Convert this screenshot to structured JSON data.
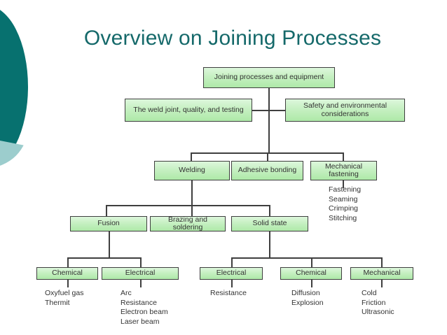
{
  "slide": {
    "title": "Overview on Joining Processes",
    "title_color": "#15696a",
    "background": "#ffffff",
    "decoration": {
      "name": "teal-arc-decoration",
      "dark_color": "#07716f",
      "light_color": "#9ccdcd"
    }
  },
  "diagram": {
    "type": "tree",
    "node_fill": "#c6f0c2",
    "node_border": "#3f3f3f",
    "nodes": [
      {
        "id": "root",
        "label": "Joining processes and equipment",
        "level": 1
      },
      {
        "id": "weld-joint",
        "label": "The weld joint, quality, and testing",
        "level": 2
      },
      {
        "id": "safety",
        "label": "Safety and environmental considerations",
        "level": 2
      },
      {
        "id": "welding",
        "label": "Welding",
        "level": 3
      },
      {
        "id": "adhesive",
        "label": "Adhesive bonding",
        "level": 3
      },
      {
        "id": "mechfast",
        "label": "Mechanical fastening",
        "level": 3
      },
      {
        "id": "fusion",
        "label": "Fusion",
        "level": 4
      },
      {
        "id": "brazing",
        "label": "Brazing and soldering",
        "level": 4
      },
      {
        "id": "solidstate",
        "label": "Solid state",
        "level": 4
      },
      {
        "id": "fus-chem",
        "label": "Chemical",
        "level": 5
      },
      {
        "id": "fus-elec",
        "label": "Electrical",
        "level": 5
      },
      {
        "id": "ss-elec",
        "label": "Electrical",
        "level": 5
      },
      {
        "id": "ss-chem",
        "label": "Chemical",
        "level": 5
      },
      {
        "id": "ss-mech",
        "label": "Mechanical",
        "level": 5
      }
    ],
    "leaf_lists": [
      {
        "id": "mechfast-items",
        "parent": "mechfast",
        "items": [
          "Fastening",
          "Seaming",
          "Crimping",
          "Stitching"
        ]
      },
      {
        "id": "fus-chem-items",
        "parent": "fus-chem",
        "items": [
          "Oxyfuel gas",
          "Thermit"
        ]
      },
      {
        "id": "fus-elec-items",
        "parent": "fus-elec",
        "items": [
          "Arc",
          "Resistance",
          "Electron beam",
          "Laser beam"
        ]
      },
      {
        "id": "ss-elec-items",
        "parent": "ss-elec",
        "items": [
          "Resistance"
        ]
      },
      {
        "id": "ss-chem-items",
        "parent": "ss-chem",
        "items": [
          "Diffusion",
          "Explosion"
        ]
      },
      {
        "id": "ss-mech-items",
        "parent": "ss-mech",
        "items": [
          "Cold",
          "Friction",
          "Ultrasonic"
        ]
      }
    ]
  }
}
